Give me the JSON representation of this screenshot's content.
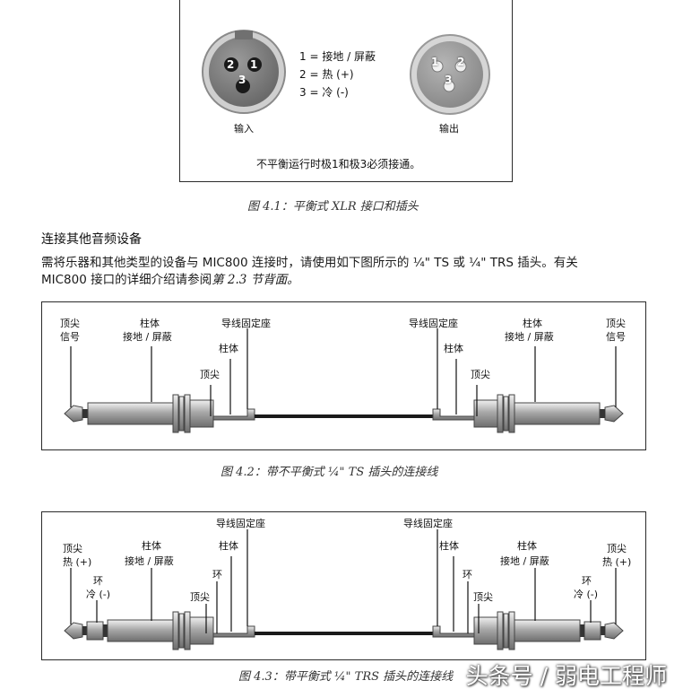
{
  "fig41": {
    "pin_legend": [
      "1 = 接地 / 屏蔽",
      "2 = 热 (+)",
      "3 = 冷 (-)"
    ],
    "input_label": "输入",
    "output_label": "输出",
    "note": "不平衡运行时极1和极3必须接通。",
    "caption": "图 4.1：平衡式 XLR 接口和插头",
    "female_pins": [
      "2",
      "1",
      "3"
    ],
    "male_pins": [
      "1",
      "2",
      "3"
    ]
  },
  "section": {
    "heading": "连接其他音频设备",
    "para_line1": "需将乐器和其他类型的设备与 MIC800 连接时，请使用如下图所示的 ¼\" TS 或 ¼\" TRS 插头。有关",
    "para_line2_a": "MIC800 接口的详细介绍请参阅",
    "para_line2_b": "第 2.3 节背面。"
  },
  "fig42": {
    "left": {
      "tip_signal_1": "顶尖",
      "tip_signal_2": "信号",
      "sleeve_1": "柱体",
      "sleeve_2": "接地 / 屏蔽",
      "strain": "导线固定座",
      "sleeve_solder": "柱体",
      "tip_solder": "顶尖"
    },
    "right": {
      "strain": "导线固定座",
      "sleeve_solder": "柱体",
      "tip_solder": "顶尖",
      "sleeve_1": "柱体",
      "sleeve_2": "接地 / 屏蔽",
      "tip_signal_1": "顶尖",
      "tip_signal_2": "信号"
    },
    "caption": "图 4.2：带不平衡式 ¼\" TS 插头的连接线"
  },
  "fig43": {
    "left": {
      "tip_1": "顶尖",
      "tip_2": "热 (+)",
      "ring_1": "环",
      "ring_2": "冷 (-)",
      "sleeve_1": "柱体",
      "sleeve_2": "接地 / 屏蔽",
      "strain": "导线固定座",
      "sleeve_solder": "柱体",
      "ring_solder": "环",
      "tip_solder": "顶尖"
    },
    "right": {
      "strain": "导线固定座",
      "sleeve_solder": "柱体",
      "ring_solder": "环",
      "tip_solder": "顶尖",
      "sleeve_1": "柱体",
      "sleeve_2": "接地 / 屏蔽",
      "ring_1": "环",
      "ring_2": "冷 (-)",
      "tip_1": "顶尖",
      "tip_2": "热 (+)"
    },
    "caption": "图 4.3：带平衡式 ¼\" TRS 插头的连接线"
  },
  "watermark": "头条号 / 弱电工程师"
}
